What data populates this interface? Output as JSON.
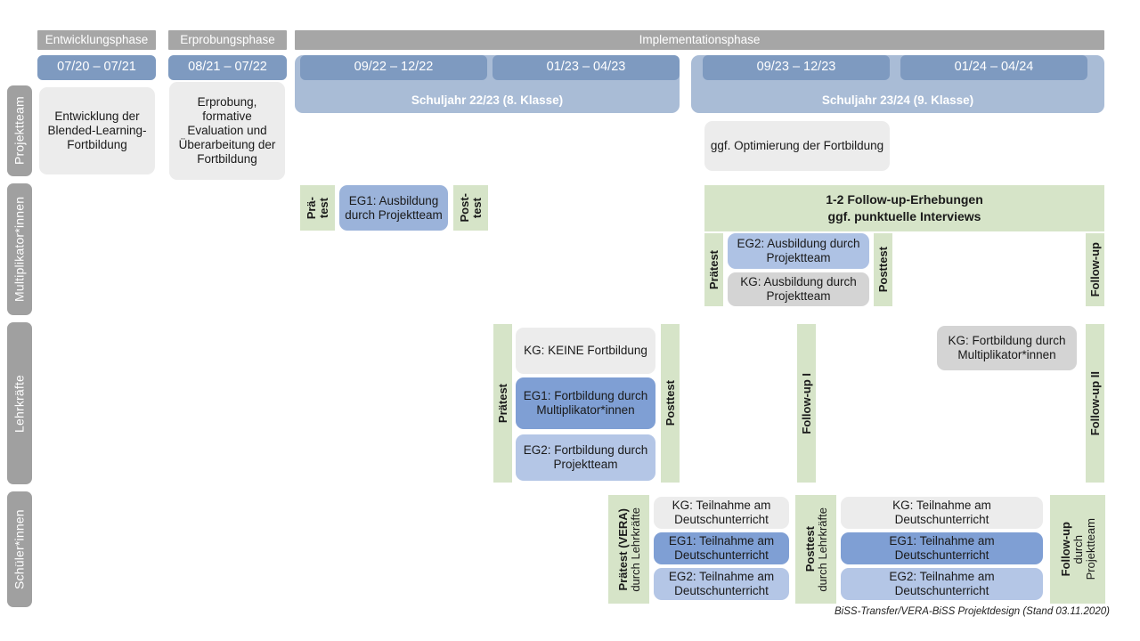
{
  "diagram": {
    "title_note": "BiSS-Transfer/VERA-BiSS Projektdesign (Stand 03.11.2020)",
    "colors": {
      "phase_bar": "#a6a6a6",
      "period_chip": "#7e9ac0",
      "schoolyear_band": "#a9bcd6",
      "row_label": "#a0a0a0",
      "green": "#d6e4c8",
      "card_gray_light": "#ececec",
      "card_gray_medium": "#d4d4d4",
      "card_blue_light": "#b4c6e6",
      "card_blue_medium": "#9bb3da",
      "card_blue_strong": "#7f9fd4"
    }
  },
  "phases": [
    {
      "label": "Entwicklungsphase"
    },
    {
      "label": "Erprobungsphase"
    },
    {
      "label": "Implementationsphase"
    }
  ],
  "periods": [
    {
      "label": "07/20 – 07/21"
    },
    {
      "label": "08/21 – 07/22"
    },
    {
      "label": "09/22 – 12/22"
    },
    {
      "label": "01/23 – 04/23"
    },
    {
      "label": "09/23 – 12/23"
    },
    {
      "label": "01/24 – 04/24"
    }
  ],
  "school_years": [
    {
      "label": "Schuljahr 22/23 (8. Klasse)"
    },
    {
      "label": "Schuljahr 23/24 (9. Klasse)"
    }
  ],
  "rows": [
    {
      "label": "Projektteam"
    },
    {
      "label": "Multiplikator*innen"
    },
    {
      "label": "Lehrkräfte"
    },
    {
      "label": "Schüler*innen"
    }
  ],
  "projektteam": {
    "cards": [
      {
        "label": "Entwicklung der Blended-Learning-Fortbildung"
      },
      {
        "label": "Erprobung, formative Evaluation und Überarbeitung der Fortbildung"
      },
      {
        "label": "ggf. Optimierung der Fortbildung"
      }
    ]
  },
  "multiplikator": {
    "pretest_1_line1": "Prä-",
    "pretest_1_line2": "test",
    "posttest_1_line1": "Post-",
    "posttest_1_line2": "test",
    "card_eg1": "EG1: Ausbildung durch Projektteam",
    "followup_band_line1": "1-2 Follow-up-Erhebungen",
    "followup_band_line2": "ggf. punktuelle Interviews",
    "pretest_2": "Prätest",
    "posttest_2": "Posttest",
    "followup": "Follow-up",
    "card_eg2": "EG2:  Ausbildung durch Projektteam",
    "card_kg": "KG: Ausbildung durch Projektteam"
  },
  "lehrkraefte": {
    "pretest": "Prätest",
    "posttest": "Posttest",
    "followup_1": "Follow-up I",
    "followup_2": "Follow-up II",
    "card_kg": "KG:  KEINE Fortbildung",
    "card_eg1": "EG1: Fortbildung durch Multiplikator*innen",
    "card_eg2": "EG2: Fortbildung durch Projektteam",
    "card_kg_right": "KG: Fortbildung durch Multiplikator*innen"
  },
  "schueler": {
    "pretest_main": "Prätest (VERA)",
    "pretest_sub": "durch Lehrkräfte",
    "posttest_main": "Posttest",
    "posttest_sub": "durch Lehrkräfte",
    "followup_main": "Follow-up",
    "followup_sub1": "durch",
    "followup_sub2": "Projektteam",
    "left_cards": [
      {
        "label": "KG: Teilnahme am Deutschunterricht"
      },
      {
        "label": "EG1: Teilnahme am Deutschunterricht"
      },
      {
        "label": "EG2: Teilnahme am Deutschunterricht"
      }
    ],
    "right_cards": [
      {
        "label": "KG: Teilnahme am Deutschunterricht"
      },
      {
        "label": "EG1: Teilnahme am Deutschunterricht"
      },
      {
        "label": "EG2: Teilnahme am Deutschunterricht"
      }
    ]
  }
}
